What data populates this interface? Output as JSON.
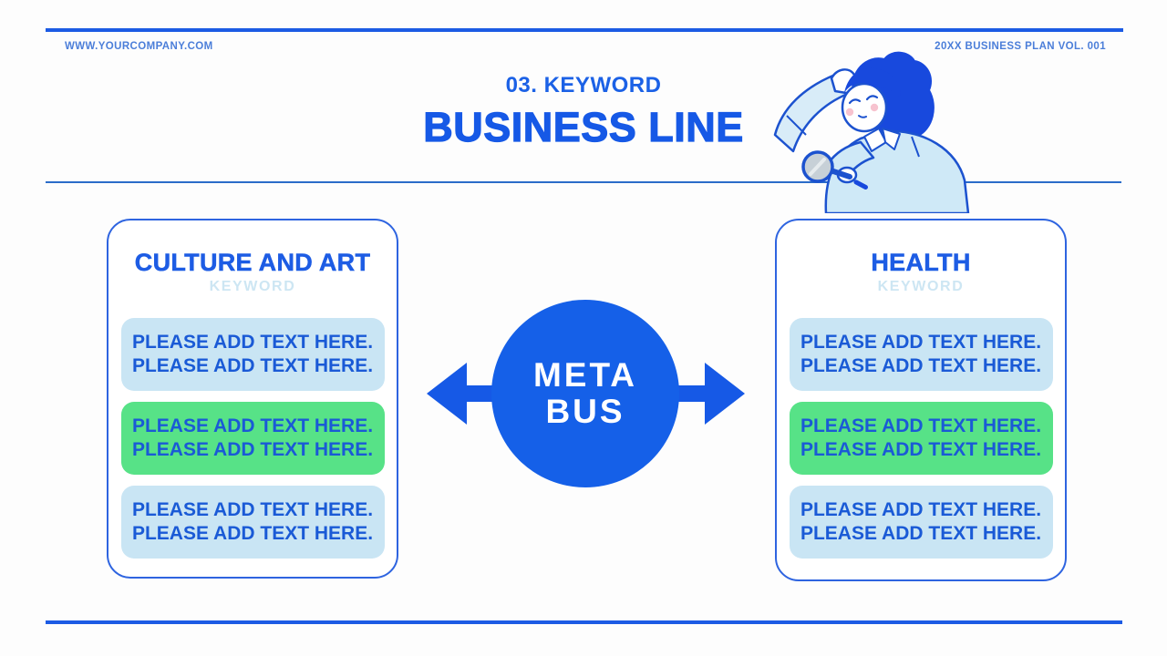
{
  "header": {
    "left": "WWW.YOURCOMPANY.COM",
    "right": "20XX BUSINESS PLAN VOL. 001"
  },
  "title": {
    "kicker": "03. KEYWORD",
    "main": "BUSINESS LINE"
  },
  "hub": {
    "line1": "META",
    "line2": "BUS"
  },
  "cards": [
    {
      "title": "CULTURE AND ART",
      "subtitle": "KEYWORD",
      "boxes": [
        {
          "style": "blue",
          "line1": "PLEASE ADD TEXT HERE.",
          "line2": "PLEASE ADD TEXT HERE."
        },
        {
          "style": "green",
          "line1": "PLEASE ADD TEXT HERE.",
          "line2": "PLEASE ADD TEXT HERE."
        },
        {
          "style": "blue",
          "line1": "PLEASE ADD TEXT HERE.",
          "line2": "PLEASE ADD TEXT HERE."
        }
      ]
    },
    {
      "title": "HEALTH",
      "subtitle": "KEYWORD",
      "boxes": [
        {
          "style": "blue",
          "line1": "PLEASE ADD TEXT HERE.",
          "line2": "PLEASE ADD TEXT HERE."
        },
        {
          "style": "green",
          "line1": "PLEASE ADD TEXT HERE.",
          "line2": "PLEASE ADD TEXT HERE."
        },
        {
          "style": "blue",
          "line1": "PLEASE ADD TEXT HERE.",
          "line2": "PLEASE ADD TEXT HERE."
        }
      ]
    }
  ],
  "icons": {
    "illustration": "person-with-magnifying-glass",
    "left_arrow": "arrow-left",
    "right_arrow": "arrow-right"
  },
  "colors": {
    "primary_blue": "#1c5be4",
    "hub_blue": "#1560e8",
    "box_blue_bg": "#c9e5f4",
    "box_green_bg": "#57e287",
    "box_text_blue": "#1a5ad6",
    "pale_keyword": "#cde6f3",
    "card_border": "#2e64e0",
    "header_text_blue": "#4b7ed9"
  }
}
